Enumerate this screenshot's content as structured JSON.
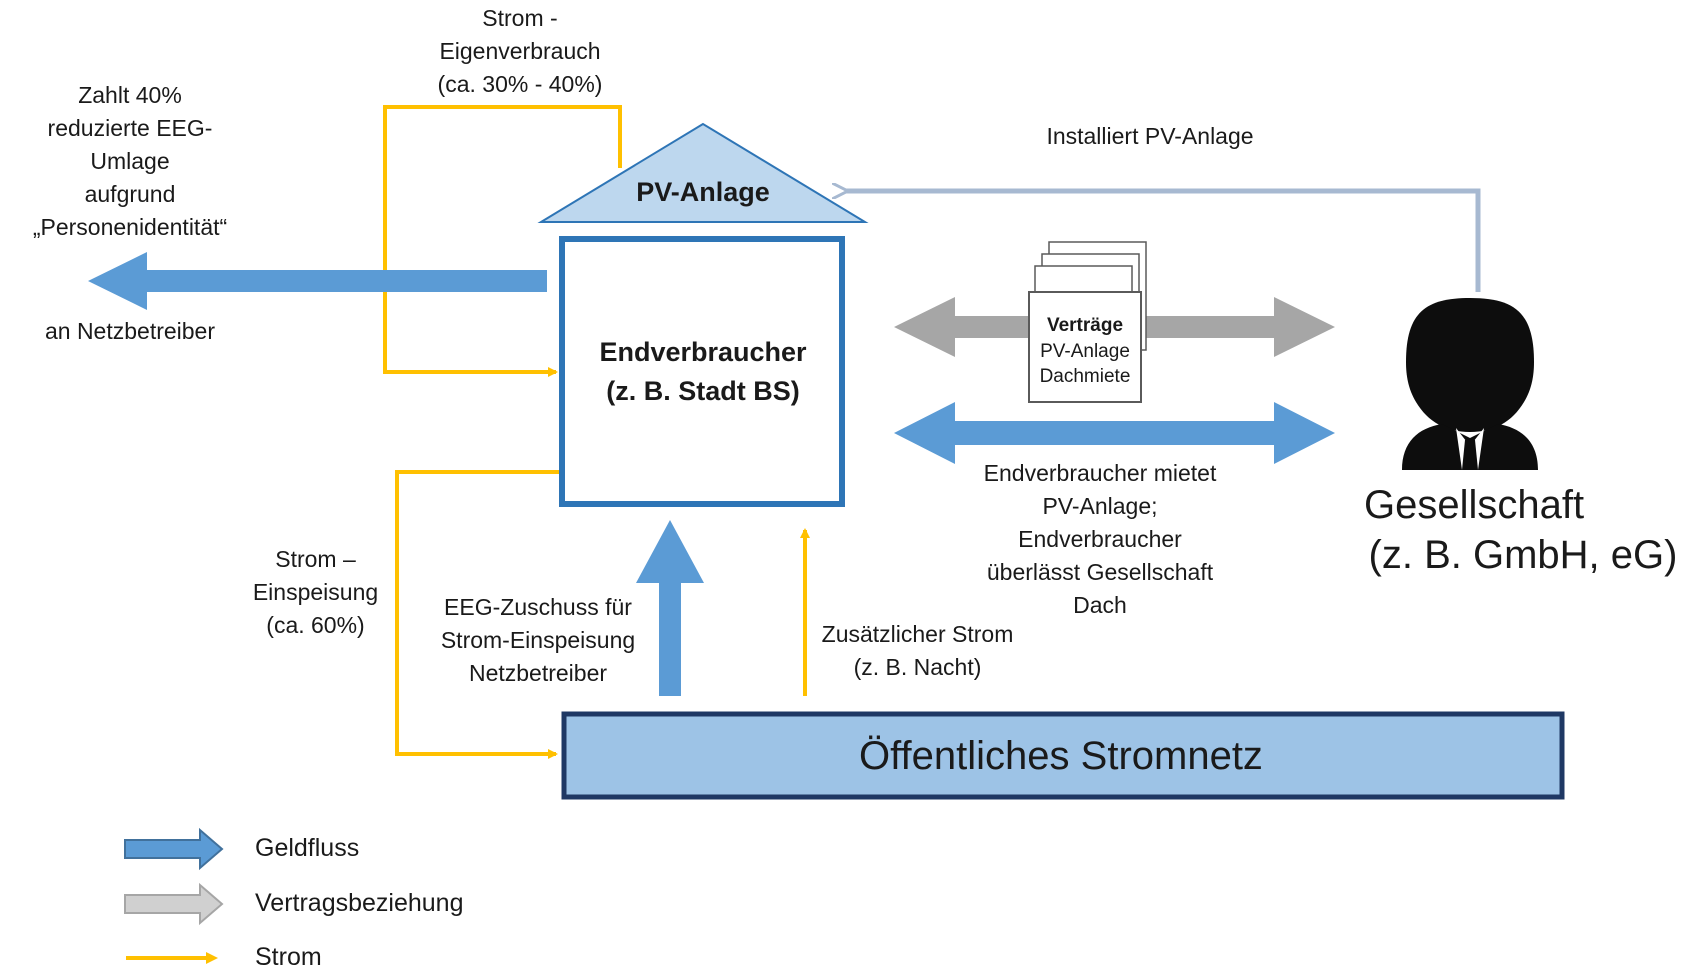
{
  "diagram": {
    "pv_anlage": "PV-Anlage",
    "endverbraucher": [
      "Endverbraucher",
      "(z. B. Stadt BS)"
    ],
    "netz": "Öffentliches Stromnetz",
    "gesellschaft": [
      "Gesellschaft",
      "(z. B. GmbH, eG)"
    ],
    "vertraege": {
      "title": "Verträge",
      "lines": [
        "PV-Anlage",
        "Dachmiete"
      ]
    },
    "labels": {
      "eigenverbrauch": [
        "Strom -",
        "Eigenverbrauch",
        "(ca. 30% - 40%)"
      ],
      "eeg_umlage": [
        "Zahlt 40%",
        "reduzierte EEG-",
        "Umlage",
        "aufgrund",
        "„Personenidentität“"
      ],
      "an_netzbetreiber": "an Netzbetreiber",
      "installiert": "Installiert PV-Anlage",
      "einspeisung": [
        "Strom –",
        "Einspeisung",
        "(ca. 60%)"
      ],
      "eeg_zuschuss": [
        "EEG-Zuschuss für",
        "Strom-Einspeisung",
        "Netzbetreiber"
      ],
      "zusaetzlich": [
        "Zusätzlicher Strom",
        "(z. B. Nacht)"
      ],
      "miete": [
        "Endverbraucher mietet",
        "PV-Anlage;",
        "Endverbraucher",
        "überlässt Gesellschaft",
        "Dach"
      ]
    },
    "colors": {
      "money": "#5b9bd5",
      "contract": "#a6a6a6",
      "power": "#ffc000",
      "box_border": "#2e75b6",
      "netz_fill": "#9dc3e6",
      "netz_border": "#1f3864",
      "roof_fill": "#bdd7ee",
      "roof_border": "#2e75b6",
      "install_line": "#a7b9d1"
    }
  },
  "legend": [
    {
      "label": "Geldfluss",
      "icon": "blue-arrow-icon"
    },
    {
      "label": "Vertragsbeziehung",
      "icon": "grey-arrow-icon"
    },
    {
      "label": "Strom",
      "icon": "yellow-arrow-icon"
    }
  ]
}
